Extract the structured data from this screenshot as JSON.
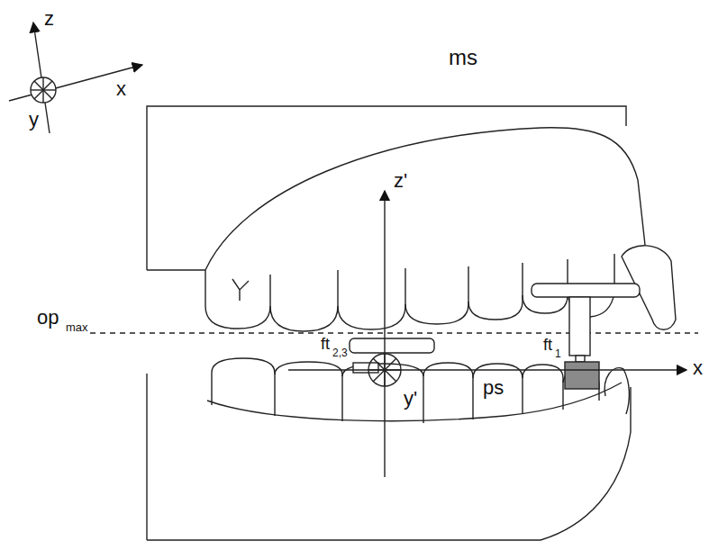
{
  "diagram": {
    "labels": [
      "z",
      "x",
      "y",
      "z'",
      "ms",
      "op",
      "max",
      "ft",
      "2,3",
      "ft",
      "1",
      "x",
      "y'",
      "ps"
    ]
  }
}
